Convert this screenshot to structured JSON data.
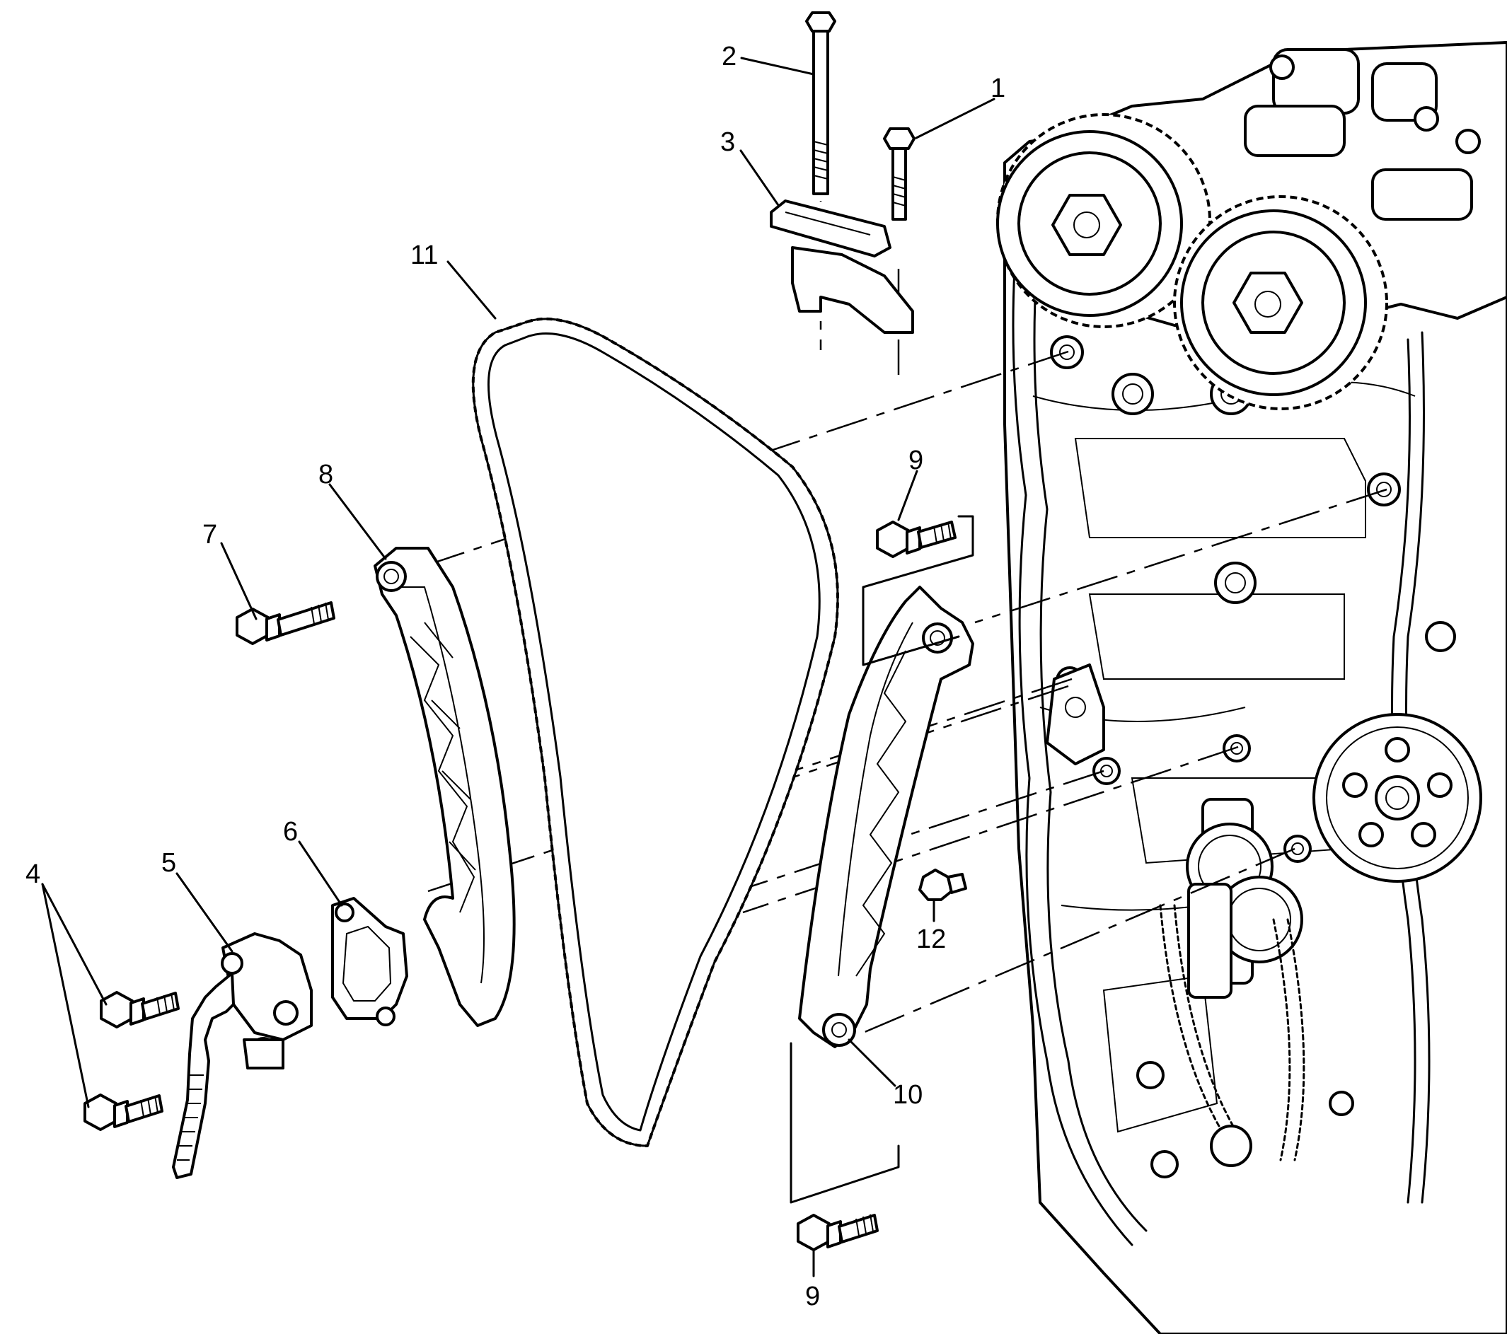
{
  "callouts": {
    "c1": "1",
    "c2": "2",
    "c3": "3",
    "c4": "4",
    "c5": "5",
    "c6": "6",
    "c7": "7",
    "c8": "8",
    "c9_top": "9",
    "c9_bottom": "9",
    "c10": "10",
    "c11": "11",
    "c12": "12"
  }
}
